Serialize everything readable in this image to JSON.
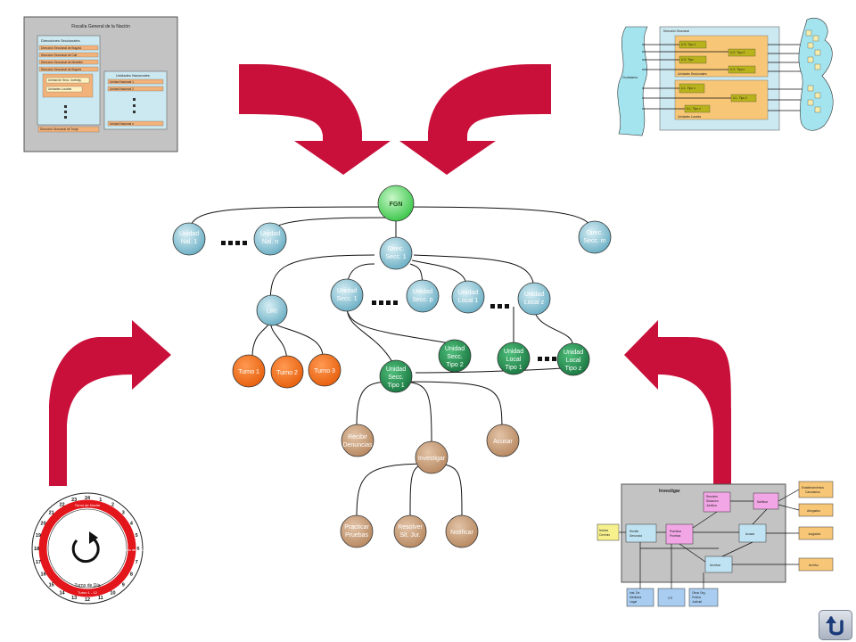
{
  "org_chart": {
    "root": "FGN",
    "unidad_nal_1": "Unidad Nal. 1",
    "unidad_nal_n": "Unidad Nal. n",
    "direc_secc_1": "Direc. Secc. 1",
    "direc_secc_m": "Direc. Secc. m",
    "uri": "URI",
    "unidad_secc_1": "Unidad Secc. 1",
    "unidad_secc_p": "Unidad Secc. p",
    "unidad_local_1": "Unidad Local 1",
    "unidad_local_z": "Unidad Local z",
    "turno_1": "Turno 1",
    "turno_2": "Turno 2",
    "turno_3": "Turno 3",
    "unidad_secc_tipo_2": "Unidad Secc. Tipo 2",
    "unidad_secc_tipo_1": "Unidad Secc. Tipo 1",
    "unidad_local_tipo_1": "Unidad Local Tipo 1",
    "unidad_local_tipo_z": "Unidad Local Tipo z",
    "recibir_denuncias": "Recibir Denuncias",
    "acusar": "Acusar",
    "investigar": "Investigar",
    "practicar_pruebas": "Practicar Pruebas",
    "resolver_sit_jur": "Resolver Sit. Jur.",
    "notificar": "Notificar"
  },
  "thumb_fiscalia": {
    "title": "Fiscalía General de la Nación",
    "direcciones_title": "Direcciones Seccionales",
    "dir_items": [
      "Dirección Seccional de Bogotá",
      "Dirección Seccional de Cali",
      "Dirección Seccional de Medellín",
      "Dirección Seccional de Bogotá"
    ],
    "unidad_secc": "Unidad de Secc. Investig.",
    "unidades_locales": "Unidades Locales",
    "unidades_nacionales_title": "Unidades Nacionales",
    "un_items": [
      "Unidad Nacional 1",
      "Unidad Nacional 2",
      "Unidad Nacional n"
    ],
    "bottom": "Dirección Seccional de Tunja"
  },
  "thumb_direccion": {
    "title": "Dirección Seccional",
    "ciudadania": "Ciudadanía",
    "boxes": [
      "U.S. Tipo 1",
      "U.S. Tipo 2",
      "U.S. Tipo",
      "U.S. Tipo n",
      "Unidades Seccionales",
      "U.L. Tipo 1",
      "U.L. Tipo 2",
      "U.L. Tipo z",
      "Unidades Locales"
    ]
  },
  "clock": {
    "hours": [
      "24",
      "1",
      "2",
      "3",
      "4",
      "5",
      "6",
      "7",
      "8",
      "9",
      "10",
      "11",
      "12",
      "13",
      "14",
      "15",
      "16",
      "17",
      "18",
      "19",
      "20",
      "21",
      "22",
      "23"
    ],
    "label_top": "Turno de Noche",
    "label_right": "Turno de Tarde",
    "label_bottom": "Turno de Día",
    "label_hora": "Turno 1 - 12"
  },
  "flow": {
    "title": "Investigar",
    "noticia_criminis": "Noticia Criminis",
    "recibir_denuncia": "Recibir Denuncia",
    "practicar_pruebas": "Practicar Pruebas",
    "resolver": "Resolver Situación Jurídica",
    "notificar": "Notificar",
    "acusar": "Acusar",
    "archivar": "Archivar",
    "right_boxes": [
      "Establecimientos Carcelarios",
      "Abogados",
      "Juzgados",
      "Archivo"
    ],
    "bottom_boxes": [
      "Inst. De Medicina Legal",
      "CTI",
      "Otros Org. Policía Judicial"
    ]
  },
  "colors": {
    "arrow": "#c8103a",
    "root_green": "#63e56b",
    "blue_node": "#8dc6d8",
    "green_node": "#2e9a5c",
    "orange_node": "#f0701c",
    "tan_node": "#c89a74"
  },
  "icons": [
    "back-arrow-icon",
    "refresh-icon"
  ]
}
